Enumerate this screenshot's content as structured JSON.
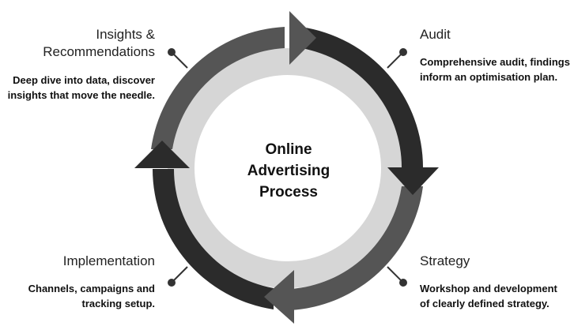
{
  "center": {
    "line1": "Online",
    "line2": "Advertising",
    "line3": "Process"
  },
  "stages": {
    "insights": {
      "title_line1": "Insights &",
      "title_line2": "Recommendations",
      "desc_line1": "Deep dive into data, discover",
      "desc_line2": "insights that move the needle."
    },
    "audit": {
      "title": "Audit",
      "desc_line1": "Comprehensive audit, findings",
      "desc_line2": "inform an optimisation plan."
    },
    "implementation": {
      "title": "Implementation",
      "desc_line1": "Channels, campaigns and",
      "desc_line2": "tracking setup."
    },
    "strategy": {
      "title": "Strategy",
      "desc_line1": "Workshop and development",
      "desc_line2": "of clearly defined strategy."
    }
  },
  "colors": {
    "arc_dark": "#2b2b2b",
    "arc_medium": "#555555",
    "inner_ring": "#d6d6d6",
    "inner_disc": "#ffffff",
    "connector": "#333333"
  }
}
